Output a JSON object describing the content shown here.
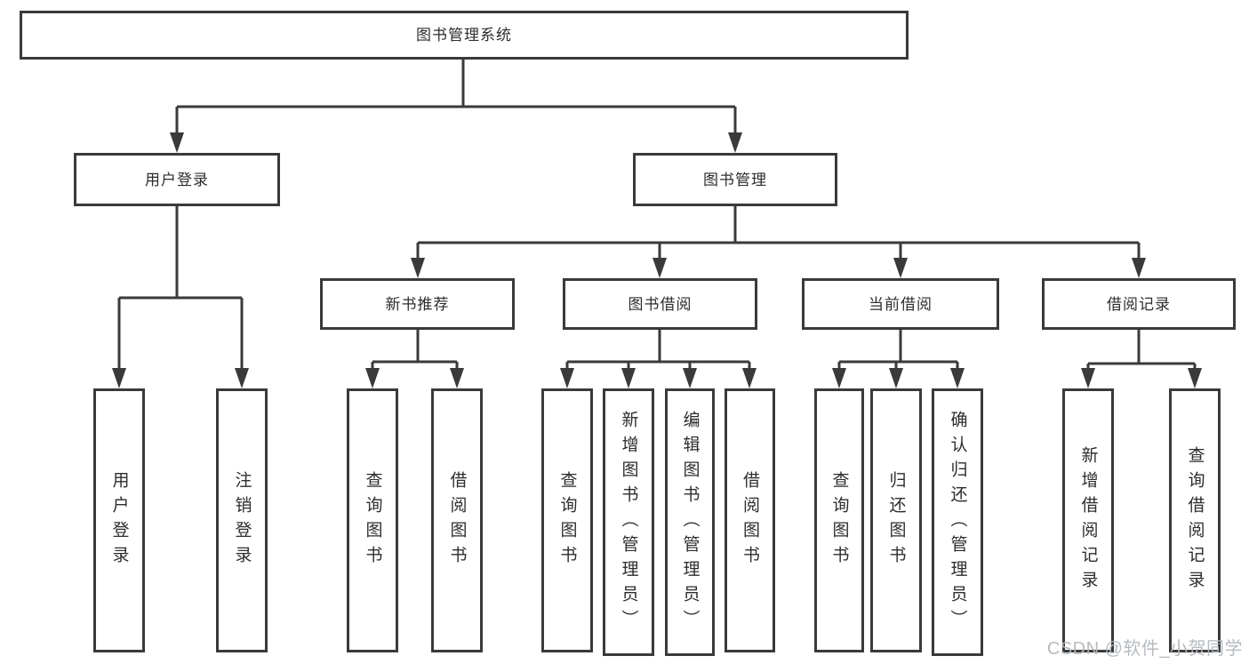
{
  "colors": {
    "line": "#3a3a3a",
    "text": "#2d2d2d",
    "background": "#ffffff",
    "watermark": "#b3b8bd"
  },
  "tree": {
    "label": "图书管理系统",
    "children": [
      {
        "label": "用户登录",
        "children": [
          {
            "label": "用户登录"
          },
          {
            "label": "注销登录"
          }
        ]
      },
      {
        "label": "图书管理",
        "children": [
          {
            "label": "新书推荐",
            "children": [
              {
                "label": "查询图书"
              },
              {
                "label": "借阅图书"
              }
            ]
          },
          {
            "label": "图书借阅",
            "children": [
              {
                "label": "查询图书"
              },
              {
                "label": "新增图书（管理员）"
              },
              {
                "label": "编辑图书（管理员）"
              },
              {
                "label": "借阅图书"
              }
            ]
          },
          {
            "label": "当前借阅",
            "children": [
              {
                "label": "查询图书"
              },
              {
                "label": "归还图书"
              },
              {
                "label": "确认归还（管理员）"
              }
            ]
          },
          {
            "label": "借阅记录",
            "children": [
              {
                "label": "新增借阅记录"
              },
              {
                "label": "查询借阅记录"
              }
            ]
          }
        ]
      }
    ]
  },
  "watermark": "CSDN @软件_小贺同学"
}
